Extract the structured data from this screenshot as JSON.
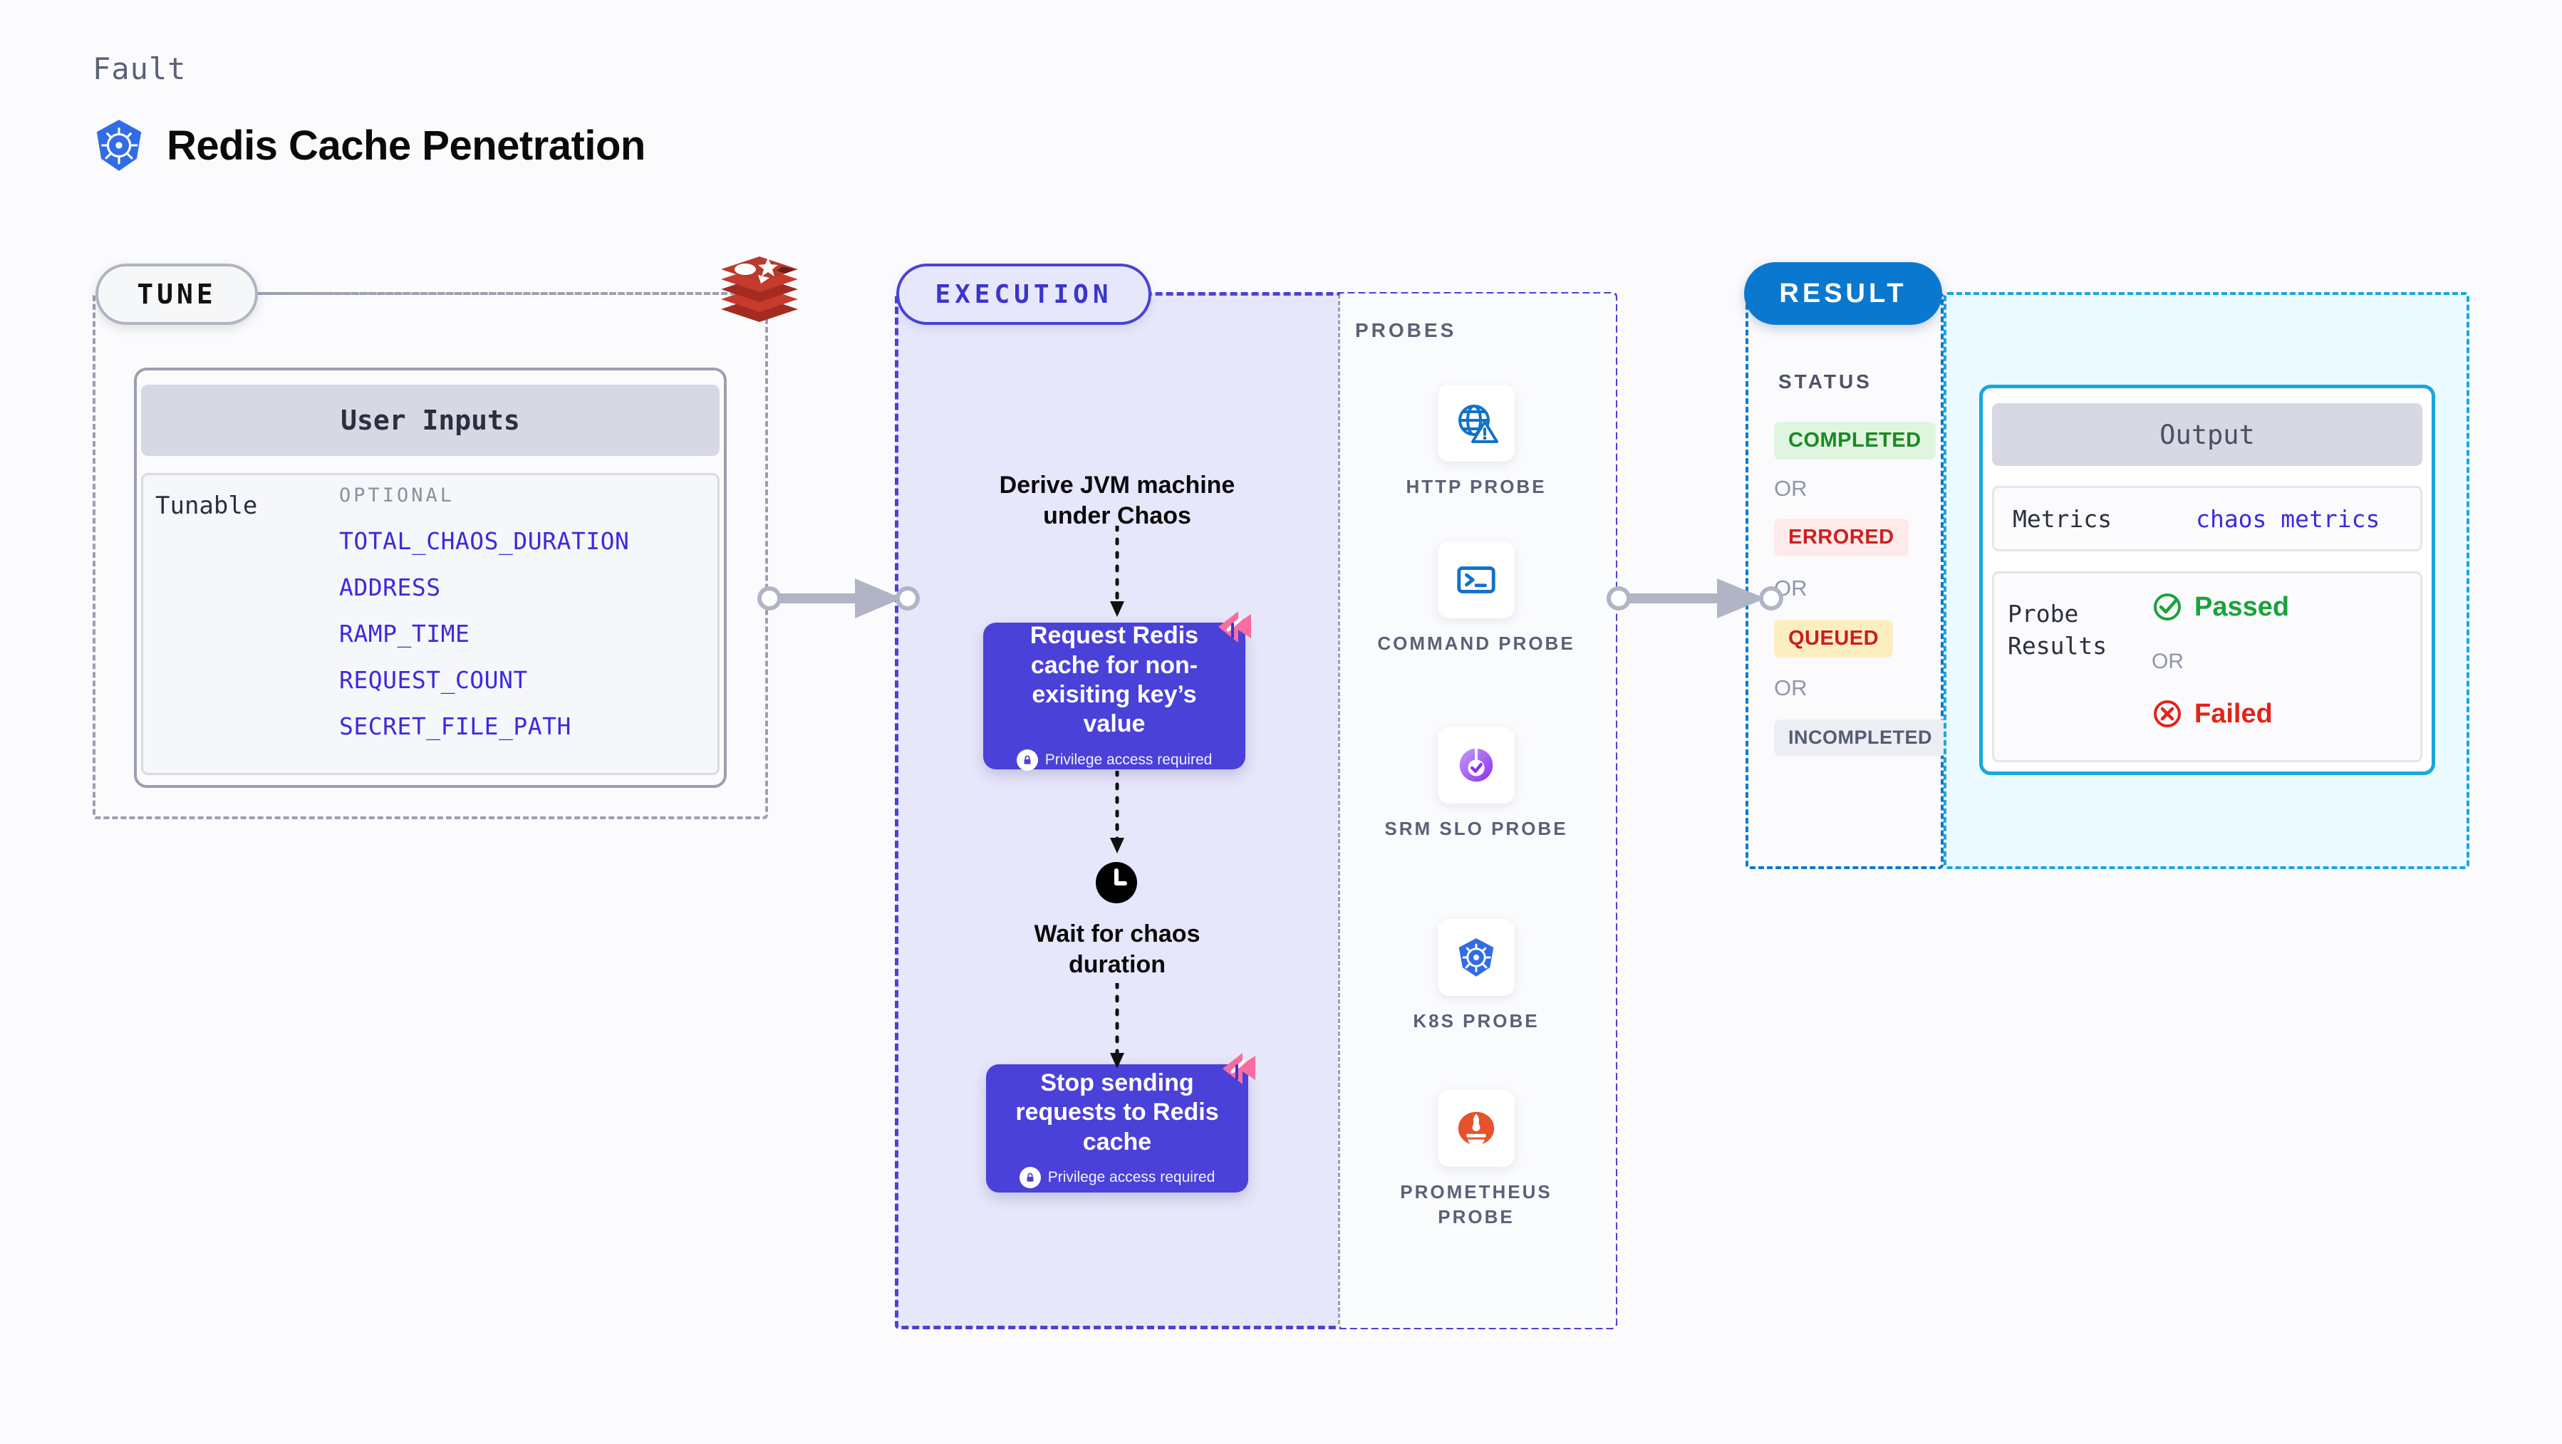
{
  "header": {
    "kicker": "Fault",
    "title": "Redis Cache Penetration",
    "icon": "kubernetes-icon"
  },
  "tune": {
    "pill_label": "TUNE",
    "source_icon": "redis-logo-icon",
    "inputs_card": {
      "header": "User Inputs",
      "row_label": "Tunable",
      "group_label": "OPTIONAL",
      "variables": [
        "TOTAL_CHAOS_DURATION",
        "ADDRESS",
        "RAMP_TIME",
        "REQUEST_COUNT",
        "SECRET_FILE_PATH"
      ]
    }
  },
  "execution": {
    "pill_label": "EXECUTION",
    "steps": [
      {
        "kind": "text",
        "label": "Derive JVM machine\nunder Chaos"
      },
      {
        "kind": "card",
        "title": "Request Redis cache for non-exisiting key’s value",
        "note": "Privilege access required",
        "icon": "lock-icon",
        "tag": "chaos-tag-icon"
      },
      {
        "kind": "wait",
        "label": "Wait for chaos\nduration",
        "icon": "clock-icon"
      },
      {
        "kind": "card",
        "title": "Stop sending requests to Redis cache",
        "note": "Privilege access required",
        "icon": "lock-icon",
        "tag": "chaos-tag-icon"
      }
    ]
  },
  "probes": {
    "title": "PROBES",
    "items": [
      {
        "label": "HTTP PROBE",
        "icon": "globe-warning-icon"
      },
      {
        "label": "COMMAND PROBE",
        "icon": "terminal-icon"
      },
      {
        "label": "SRM SLO PROBE",
        "icon": "slo-check-icon"
      },
      {
        "label": "K8S PROBE",
        "icon": "kubernetes-icon"
      },
      {
        "label": "PROMETHEUS PROBE",
        "icon": "prometheus-icon"
      }
    ]
  },
  "result": {
    "pill_label": "RESULT",
    "status_title": "STATUS",
    "or_label": "OR",
    "statuses": [
      {
        "label": "COMPLETED",
        "bg": "#dff5e0",
        "fg": "#1a8a22"
      },
      {
        "label": "ERRORED",
        "bg": "#fdeaea",
        "fg": "#cc2121"
      },
      {
        "label": "QUEUED",
        "bg": "#fdeec2",
        "fg": "#c71f1f"
      },
      {
        "label": "INCOMPLETED",
        "bg": "#eceef4",
        "fg": "#555c70"
      }
    ]
  },
  "output": {
    "header": "Output",
    "metrics_label": "Metrics",
    "metrics_value": "chaos metrics",
    "probe_results_label": "Probe\nResults",
    "passed_label": "Passed",
    "or_label": "OR",
    "failed_label": "Failed",
    "passed_icon": "check-circle-icon",
    "failed_icon": "x-circle-icon"
  },
  "colors": {
    "indigo": "#4a41d8",
    "blue": "#0b78d0",
    "cyan": "#19a6e0",
    "pink": "#fa6ca0",
    "gray_dash": "#9aa0b0"
  }
}
